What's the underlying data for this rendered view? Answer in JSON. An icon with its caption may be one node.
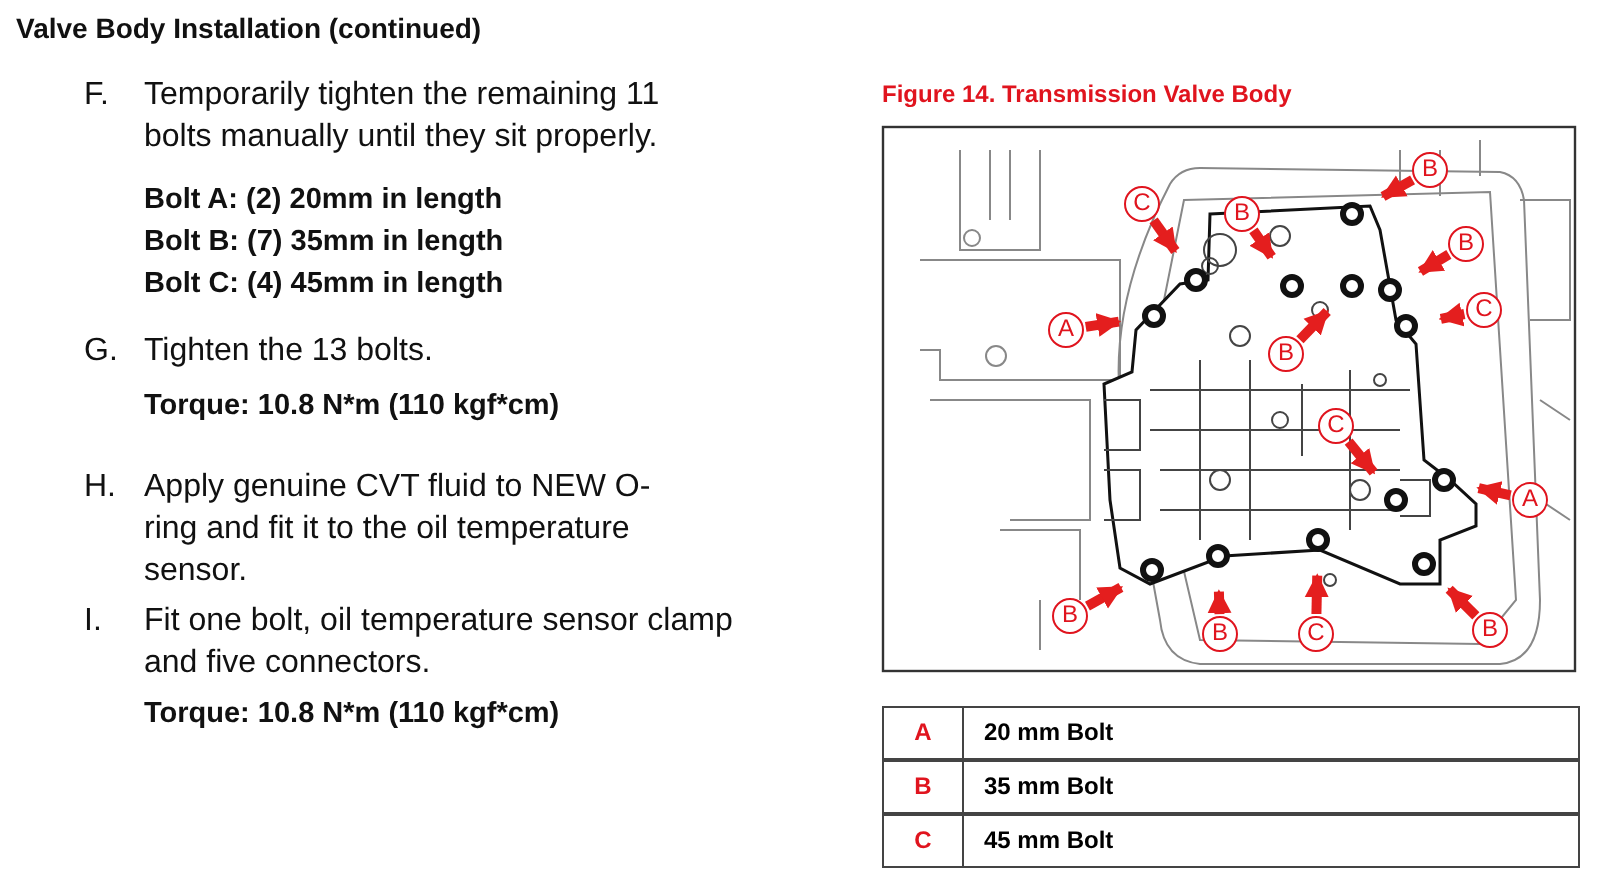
{
  "diagram": {
    "title": "Valve Body Installation (continued)",
    "caption": "Figure 14. Transmission Valve Body",
    "nodes": [
      {
        "text": [
          "B"
        ]
      },
      {
        "text": [
          "C"
        ]
      },
      {
        "text": [
          "B"
        ]
      },
      {
        "text": [
          "B"
        ]
      },
      {
        "text": [
          "A"
        ]
      },
      {
        "text": [
          "B"
        ]
      },
      {
        "text": [
          "C"
        ]
      },
      {
        "text": [
          "C"
        ]
      },
      {
        "text": [
          "A"
        ]
      },
      {
        "text": [
          "B"
        ]
      },
      {
        "text": [
          "B"
        ]
      },
      {
        "text": [
          "C"
        ]
      },
      {
        "text": [
          "B"
        ]
      },
      {
        "text": [],
        "shape": "circle"
      },
      {
        "text": [],
        "shape": "circle"
      },
      {
        "text": [],
        "shape": "circle"
      },
      {
        "text": [],
        "shape": "circle"
      },
      {
        "text": [],
        "shape": "circle"
      },
      {
        "text": [],
        "shape": "circle"
      },
      {
        "text": [],
        "shape": "circle"
      },
      {
        "text": [],
        "shape": "circle"
      },
      {
        "text": [],
        "shape": "circle"
      },
      {
        "text": [],
        "shape": "circle"
      },
      {
        "text": [],
        "shape": "circle"
      },
      {
        "text": [],
        "shape": "circle"
      },
      {
        "text": [],
        "shape": "circle"
      }
    ],
    "edges": [
      {
        "from": 0,
        "to": 13,
        "arrow": "to"
      },
      {
        "from": 1,
        "to": 14,
        "arrow": "to"
      },
      {
        "from": 2,
        "to": 15,
        "arrow": "to"
      },
      {
        "from": 3,
        "to": 16,
        "arrow": "to"
      },
      {
        "from": 4,
        "to": 17,
        "arrow": "to"
      },
      {
        "from": 5,
        "to": 18,
        "arrow": "to"
      },
      {
        "from": 6,
        "to": 19,
        "arrow": "to"
      },
      {
        "from": 7,
        "to": 20,
        "arrow": "to"
      },
      {
        "from": 8,
        "to": 21,
        "arrow": "to"
      },
      {
        "from": 9,
        "to": 22,
        "arrow": "to"
      },
      {
        "from": 10,
        "to": 23,
        "arrow": "to"
      },
      {
        "from": 11,
        "to": 24,
        "arrow": "to"
      },
      {
        "from": 12,
        "to": 25,
        "arrow": "to"
      }
    ],
    "labels": [
      "F.",
      "Temporarily tighten the remaining 11 bolts manually until they sit properly.",
      "Bolt A: (2) 20mm in length",
      "Bolt B: (7) 35mm in length",
      "Bolt C: (4) 45mm in length",
      "G.",
      "Tighten the 13 bolts.",
      "Torque: 10.8 N*m (110 kgf*cm)",
      "H.",
      "Apply genuine CVT fluid to NEW O-ring and fit it to the oil temperature sensor.",
      "I.",
      "Fit one bolt, oil temperature sensor clamp and five connectors.",
      "Torque: 10.8 N*m (110 kgf*cm)",
      "A",
      "20 mm Bolt",
      "B",
      "35 mm Bolt",
      "C",
      "45 mm Bolt"
    ]
  }
}
